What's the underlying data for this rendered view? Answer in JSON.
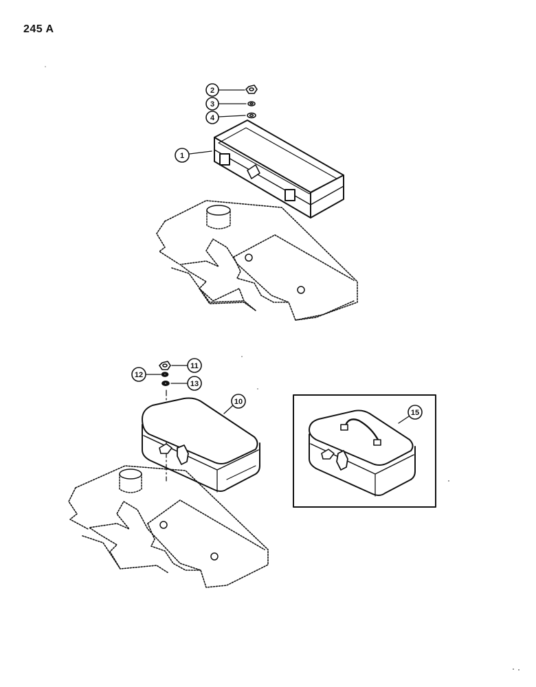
{
  "page": {
    "number": "245 A"
  },
  "callouts": {
    "c1": "1",
    "c2": "2",
    "c3": "3",
    "c4": "4",
    "c10": "10",
    "c11": "11",
    "c12": "12",
    "c13": "13",
    "c15": "15"
  },
  "colors": {
    "ink": "#111111",
    "paper": "#ffffff"
  }
}
